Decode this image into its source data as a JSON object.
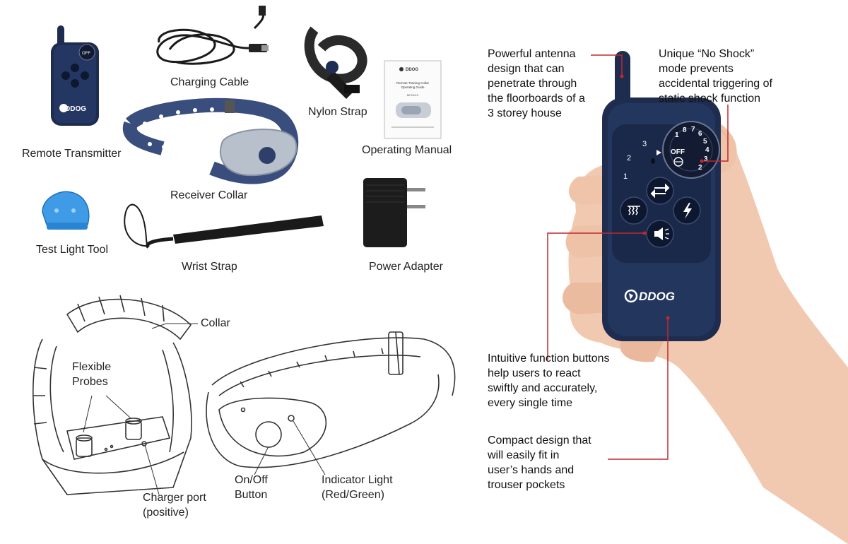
{
  "products": {
    "remote_transmitter": "Remote Transmitter",
    "charging_cable": "Charging Cable",
    "nylon_strap": "Nylon Strap",
    "operating_manual": "Operating Manual",
    "receiver_collar": "Receiver Collar",
    "test_light_tool": "Test Light Tool",
    "wrist_strap": "Wrist Strap",
    "power_adapter": "Power Adapter"
  },
  "manual_cover": {
    "brand": "DDOG",
    "title_line1": "Remote Training Collar",
    "title_line2": "Operating Guide",
    "model": "MP2ACS"
  },
  "diagram": {
    "collar": "Collar",
    "flexible_probes": [
      "Flexible",
      "Probes"
    ],
    "charger_port": [
      "Charger port",
      "(positive)"
    ],
    "on_off_button": [
      "On/Off",
      "Button"
    ],
    "indicator_light": [
      "Indicator Light",
      "(Red/Green)"
    ]
  },
  "remote": {
    "brand": "DDOG",
    "dial_off": "OFF",
    "modes": [
      "1",
      "2",
      "3"
    ]
  },
  "callouts": {
    "antenna": [
      "Powerful antenna",
      "design that can",
      "penetrate through",
      "the floorboards of a",
      "3 storey house"
    ],
    "no_shock": [
      "Unique “No Shock”",
      "mode prevents",
      "accidental triggering of",
      "static shock function"
    ],
    "buttons": [
      "Intuitive function buttons",
      "help users to react",
      "swiftly and accurately,",
      "every single time"
    ],
    "compact": [
      "Compact design that",
      "will easily fit in",
      "user’s hands and",
      "trouser pockets"
    ]
  },
  "colors": {
    "remote_navy": "#1e2d4f",
    "collar_blue": "#3a4e7e",
    "collar_grey": "#b8c0cc",
    "callout_line": "#c0282d",
    "skin": "#f1c9b0"
  }
}
